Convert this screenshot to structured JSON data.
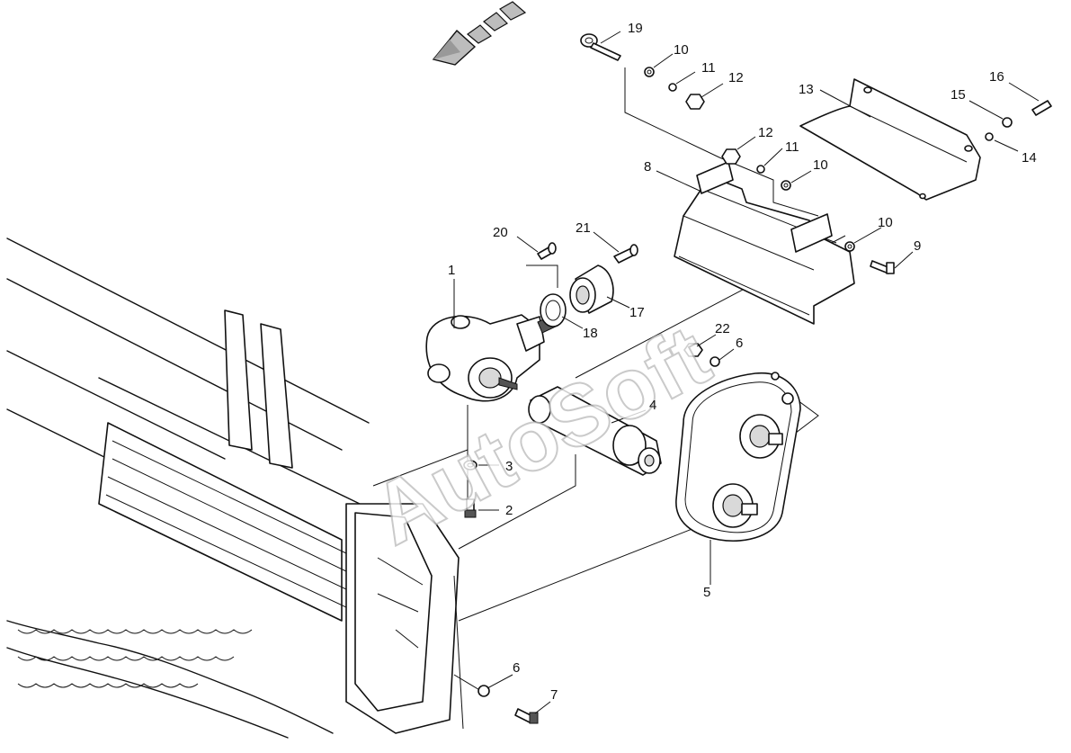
{
  "watermark": "AutoSoft",
  "colors": {
    "line": "#111111",
    "shade": "#d9d9d9",
    "watermark_outline": "#bdbdbd"
  },
  "callouts": {
    "c1": "1",
    "c2": "2",
    "c3": "3",
    "c4": "4",
    "c5": "5",
    "c6a": "6",
    "c6b": "6",
    "c7": "7",
    "c8": "8",
    "c9": "9",
    "c10a": "10",
    "c10b": "10",
    "c10c": "10",
    "c11a": "11",
    "c11b": "11",
    "c12a": "12",
    "c12b": "12",
    "c13": "13",
    "c14": "14",
    "c15": "15",
    "c16": "16",
    "c17": "17",
    "c18": "18",
    "c19": "19",
    "c20": "20",
    "c21": "21",
    "c22": "22"
  }
}
